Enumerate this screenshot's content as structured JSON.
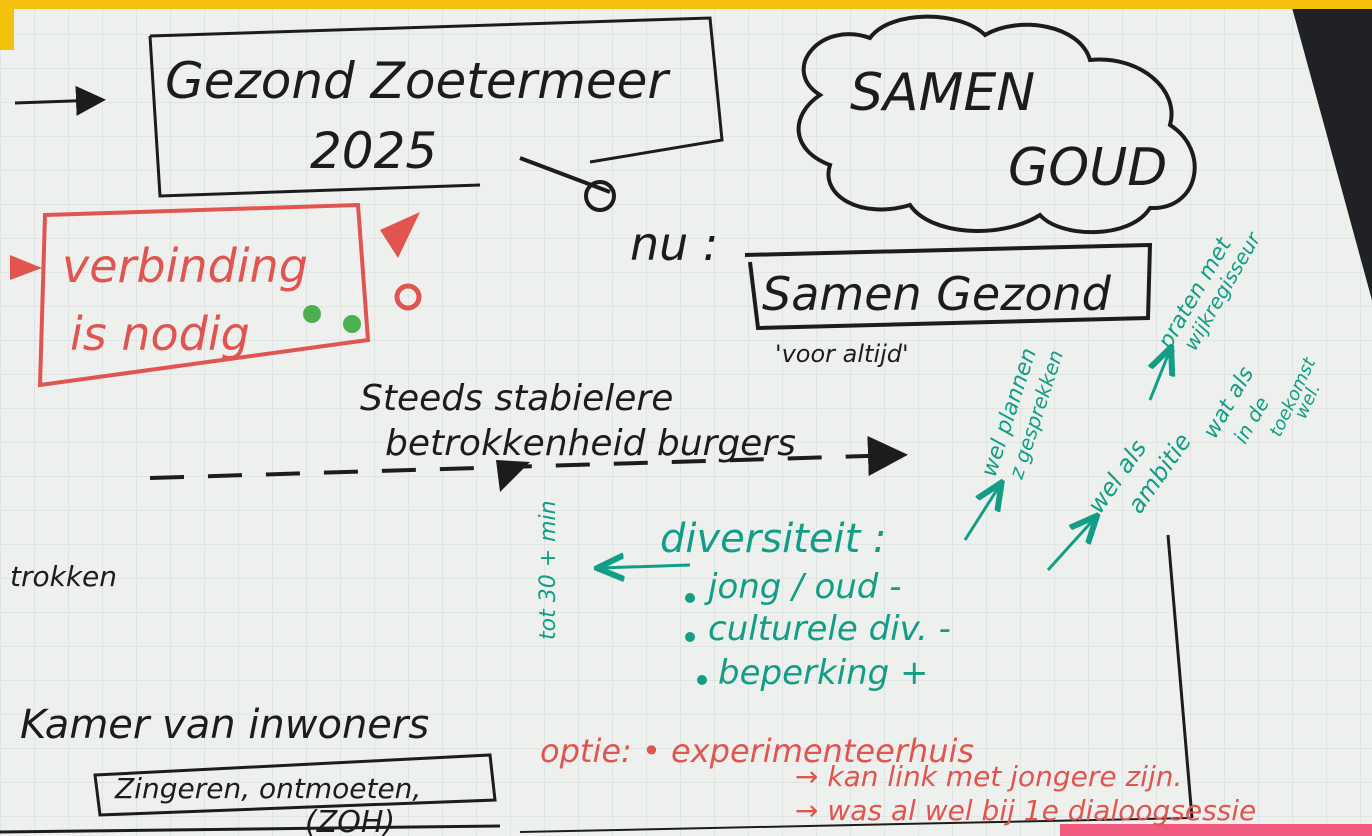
{
  "colors": {
    "paper": "#eef0ee",
    "grid": "#d7dbd9",
    "ink_black": "#1c1c1c",
    "ink_red": "#e0554f",
    "ink_green": "#129e86",
    "tape_yellow": "#f4c20d",
    "tape_pink": "#f05a7e",
    "background": "#2a2d30"
  },
  "board": {
    "title_line1": "Gezond Zoetermeer",
    "title_line2": "2025",
    "cloud_line1": "SAMEN",
    "cloud_line2": "GOUD",
    "nu_label": "nu :",
    "samen_gezond": "Samen Gezond",
    "voor_altijd": "'voor altijd'",
    "verbinding_line1": "verbinding",
    "verbinding_line2": "is nodig",
    "steeds_line1": "Steeds stabielere",
    "steeds_line2": "betrokkenheid burgers",
    "betrokken_partial": "trokken",
    "diversiteit": "diversiteit :",
    "bullet1": "jong / oud -",
    "bullet2": "culturele div. -",
    "bullet3": "beperking +",
    "tot_30_min": "tot 30 + min",
    "wel_plannen": "wel plannen",
    "gesprekken": "z gesprekken",
    "wel_als": "wel als",
    "ambitie": "ambitie",
    "praten_met": "praten met",
    "wijkregisseur": "wijkregisseur",
    "wat_als": "wat als",
    "in_de": "in de",
    "toekomst": "toekomst",
    "wel": "wel.",
    "kamer": "Kamer van inwoners",
    "zingeren_line1": "Zingeren, ontmoeten,",
    "zingeren_line2": "(ZOH)",
    "optie_label": "optie: • experimenteerhuis",
    "optie_sub1": "→ kan link met jongere zijn.",
    "optie_sub2": "→ was al wel bij 1e dialoogsessie"
  }
}
